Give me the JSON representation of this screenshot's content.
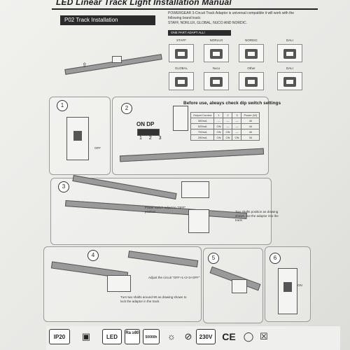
{
  "header": {
    "title": "LED Linear Track Light Installation Manual"
  },
  "intro": {
    "text": "POWERGEAR 3-Circuit Track Adaptor is universal compatible it will work with the following brand track:",
    "brands_line": "STAFF, NORLUX, GLOBAL, NUCO AND NORDIC."
  },
  "section": {
    "title": "P02  Track Installation"
  },
  "adapt": {
    "label": "ONE PART ADAPT ALL!"
  },
  "brands": [
    "STAFF",
    "NORLUX",
    "NORDIC",
    "DALI",
    "GLOBAL",
    "Nuco",
    "Other",
    "DALI"
  ],
  "steps": [
    "1",
    "2",
    "3",
    "4",
    "5",
    "6"
  ],
  "step1": {
    "off_label": "OFF"
  },
  "step2": {
    "check_title": "Before use, always check dip switch settings",
    "dip_labels": "ON DP",
    "dip_numbers": "1 2 3",
    "table_headers": [
      "Output Current",
      "1",
      "2",
      "3",
      "Power (W)"
    ],
    "table_rows": [
      [
        "350mA",
        "—",
        "—",
        "—",
        "40"
      ],
      [
        "525mA",
        "ON",
        "—",
        "—",
        "44"
      ],
      [
        "700mA",
        "ON",
        "ON",
        "—",
        "40"
      ],
      [
        "250mA",
        "ON",
        "ON",
        "ON",
        "34"
      ]
    ]
  },
  "step3": {
    "note_left": "Power switch adjust to \"OFF\" position.",
    "note_right": "Two shafts position as drawing shown, put the adaptor into the track."
  },
  "step4": {
    "note_adjust": "Adjust the circuit \"OFF+1+2+3+OFF\"",
    "note_turn": "Turn two shafts around 90 as drawing shown to lock the adaptor in the track."
  },
  "step6": {
    "on_label": "ON"
  },
  "footer": {
    "badges": [
      "IP20",
      "LED",
      "Ra ≥80",
      "50000h",
      "230V",
      "CE"
    ],
    "icons": [
      "class-ii-icon",
      "recycle-bin-icon",
      "lamp-icon",
      "no-dim-icon"
    ]
  }
}
